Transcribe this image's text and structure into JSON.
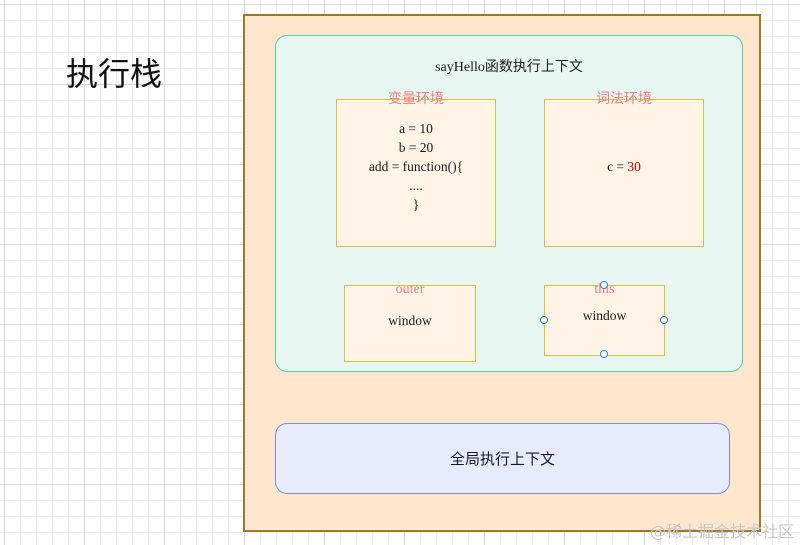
{
  "title": "执行栈",
  "function_context": {
    "title": "sayHello函数执行上下文",
    "variable_env": {
      "label": "变量环境",
      "lines": [
        "a =  10",
        "b = 20",
        "add = function(){",
        "....",
        "}"
      ]
    },
    "lexical_env": {
      "label": "词法环境",
      "c_prefix": "c = ",
      "c_value": "30"
    },
    "outer": {
      "label": "outer",
      "value": "window"
    },
    "this_box": {
      "label": "this",
      "value": "window"
    }
  },
  "global_context": {
    "label": "全局执行上下文"
  },
  "watermark": "@稀土掘金技术社区",
  "colors": {
    "stack_fill": "#ffe6cc",
    "function_context_fill": "#e8f7f1",
    "global_context_fill": "#e6ebff",
    "env_label": "#f08080",
    "value_highlight": "#cc0000"
  }
}
